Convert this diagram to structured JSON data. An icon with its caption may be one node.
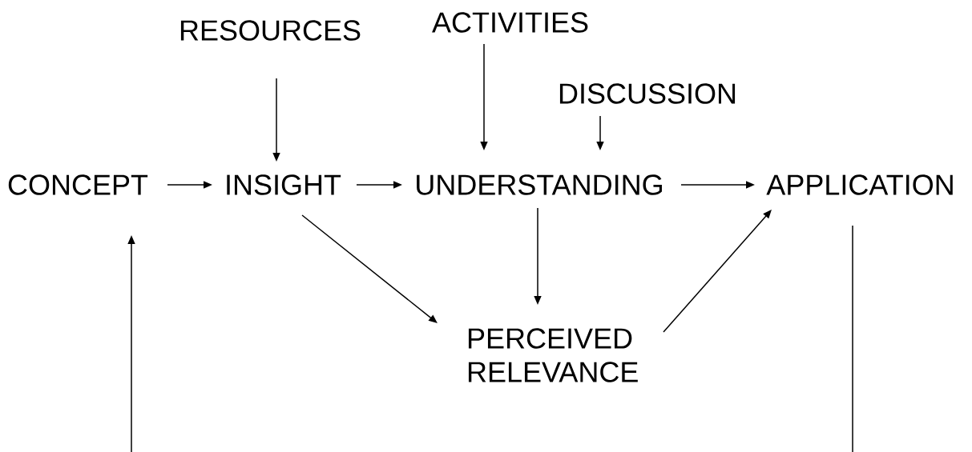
{
  "diagram": {
    "nodes": [
      {
        "text": [
          "RESOURCES"
        ]
      },
      {
        "text": [
          "ACTIVITIES"
        ]
      },
      {
        "text": [
          "DISCUSSION"
        ]
      },
      {
        "text": [
          "CONCEPT"
        ]
      },
      {
        "text": [
          "INSIGHT"
        ]
      },
      {
        "text": [
          "UNDERSTANDING"
        ]
      },
      {
        "text": [
          "APPLICATION"
        ]
      },
      {
        "text": [
          "PERCEIVED RELEVANCE"
        ]
      }
    ],
    "edges": [
      {
        "from": 0,
        "to": 4,
        "arrow": "to"
      },
      {
        "from": 1,
        "to": 5,
        "arrow": "to"
      },
      {
        "from": 2,
        "to": 5,
        "arrow": "to"
      },
      {
        "from": 3,
        "to": 4,
        "arrow": "to"
      },
      {
        "from": 4,
        "to": 5,
        "arrow": "to"
      },
      {
        "from": 5,
        "to": 6,
        "arrow": "to"
      },
      {
        "from": 4,
        "to": 7,
        "arrow": "to"
      },
      {
        "from": 5,
        "to": 7,
        "arrow": "to"
      },
      {
        "from": 7,
        "to": 6,
        "arrow": "to"
      },
      {
        "from": null,
        "to": 3,
        "arrow": "to"
      },
      {
        "from": 6,
        "to": null,
        "arrow": "none"
      }
    ]
  }
}
